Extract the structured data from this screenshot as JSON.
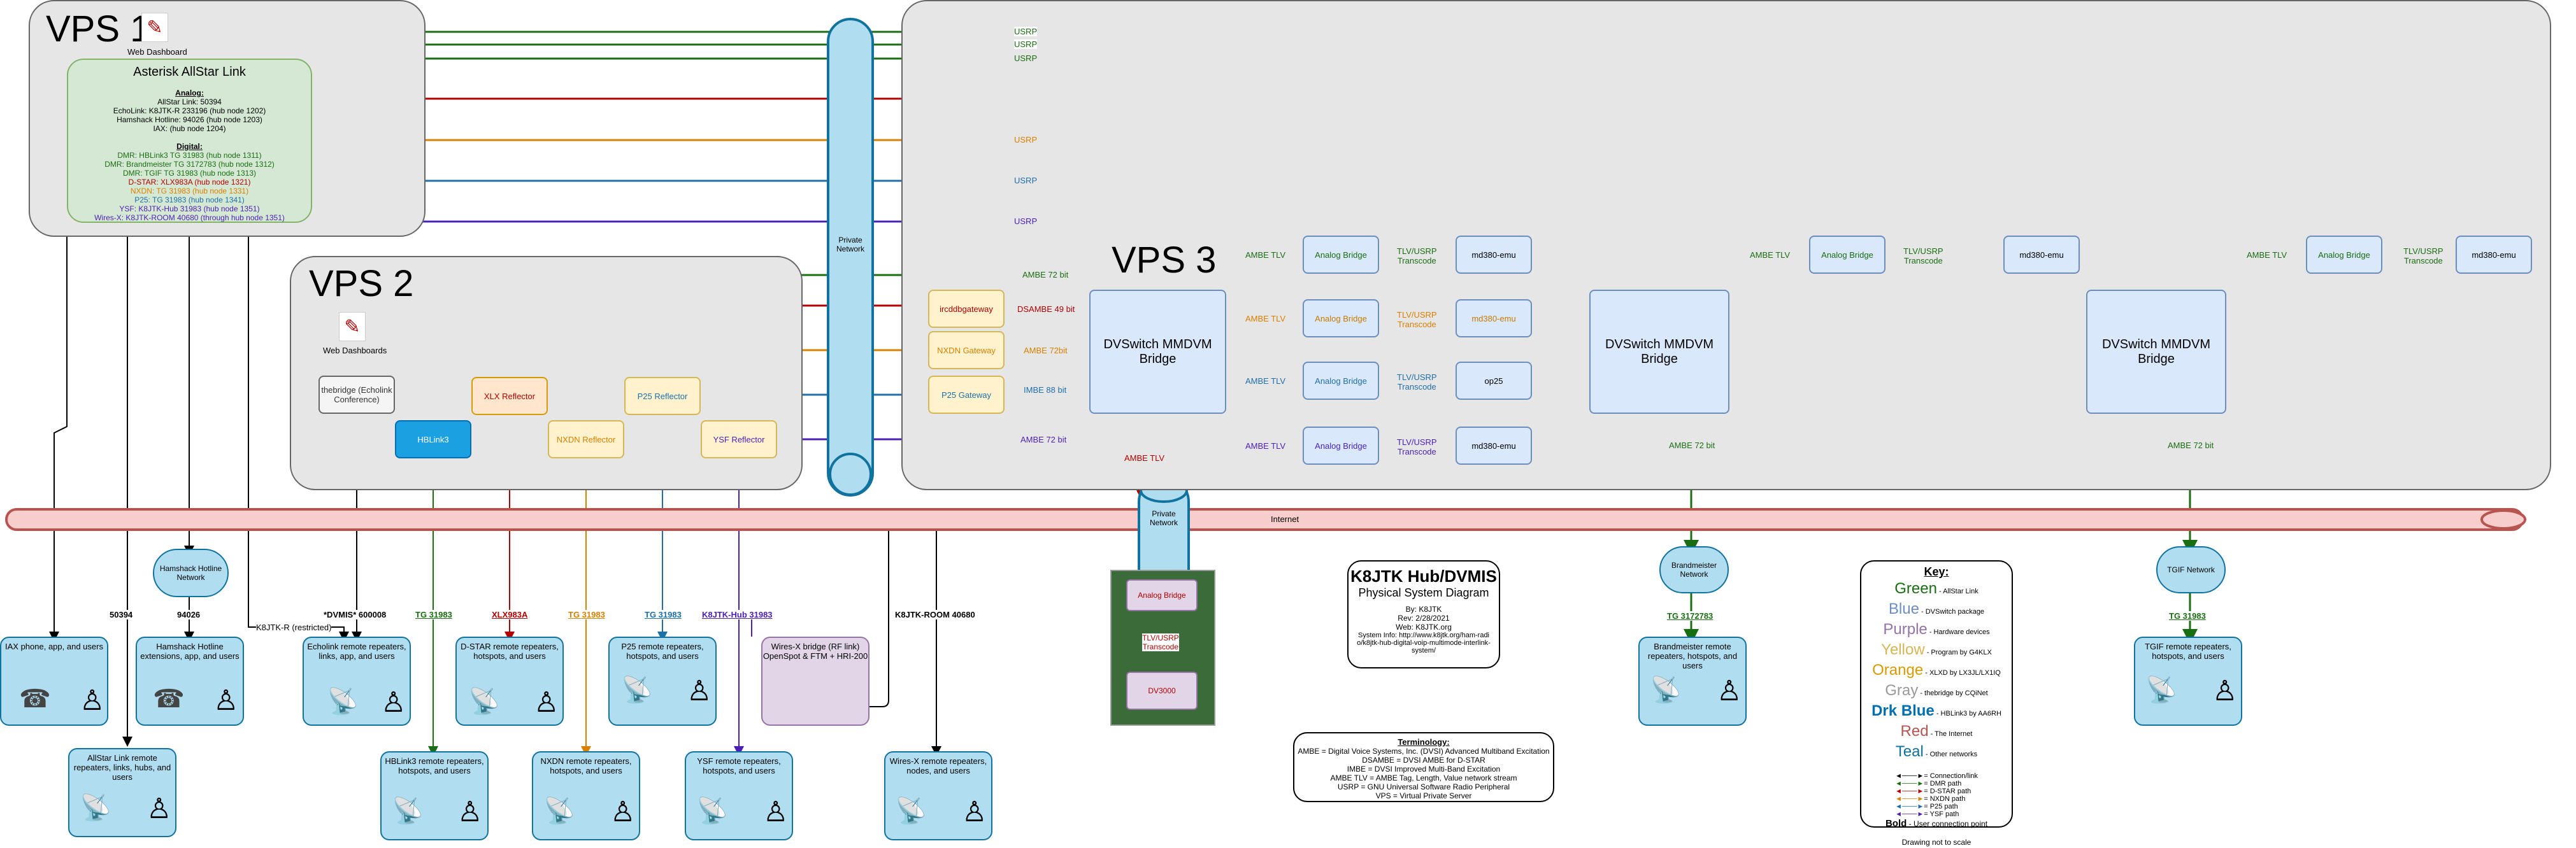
{
  "colors": {
    "green": "#1a6e12",
    "red": "#b20000",
    "orange": "#d98000",
    "blue": "#1f6fa8",
    "purple": "#4b1fb5",
    "black": "#000000",
    "internet_fill": "#f8cecc",
    "private_fill": "#b1ddf0"
  },
  "vps1": {
    "title": "VPS 1",
    "dashboard": "Web Dashboard",
    "allstar": {
      "title": "Asterisk AllStar Link",
      "analog_header": "Analog:",
      "analog_lines": [
        "AllStar Link: 50394",
        "EchoLink: K8JTK-R 233196 (hub node 1202)",
        "Hamshack Hotline: 94026 (hub node 1203)",
        "IAX: (hub node 1204)"
      ],
      "digital_header": "Digital:",
      "digital_lines": [
        "DMR: HBLink3 TG 31983 (hub node 1311)",
        "DMR: Brandmeister TG 3172783 (hub node 1312)",
        "DMR: TGIF TG 31983 (hub node 1313)",
        "D-STAR: XLX983A (hub node 1321)",
        "NXDN: TG 31983 (hub node 1331)",
        "P25: TG 31983 (hub node 1341)",
        "YSF: K8JTK-Hub 31983 (hub node 1351)",
        "Wires-X: K8JTK-ROOM 40680 (through hub node 1351)"
      ]
    }
  },
  "vps2": {
    "title": "VPS 2",
    "dashboards": "Web Dashboards",
    "thebridge": "thebridge (Echolink Conference)",
    "hblink3": "HBLink3",
    "xlx": "XLX Reflector",
    "nxdn": "NXDN Reflector",
    "p25": "P25 Reflector",
    "ysf": "YSF Reflector"
  },
  "vps3": {
    "title": "VPS 3",
    "ircddb": "ircddbgateway",
    "nxdn_gw": "NXDN Gateway",
    "p25_gw": "P25 Gateway",
    "dvswitch": "DVSwitch MMDVM Bridge",
    "analog_bridge": "Analog Bridge",
    "md380": "md380-emu",
    "op25": "op25",
    "tlv_usrp": "TLV/USRP",
    "transcode": "Transcode",
    "ambe_tlv": "AMBE TLV",
    "ambe72": "AMBE 72 bit",
    "dsambe": "DSAMBE 49 bit",
    "imbe": "IMBE 88 bit",
    "ambe_tlv_red": "AMBE TLV",
    "nxdn_ambe": "AMBE 72bit",
    "usrp": "USRP"
  },
  "private_network": "Private Network",
  "internet": "Internet",
  "dv3000": {
    "analog_bridge": "Analog Bridge",
    "tlv_usrp": "TLV/USRP",
    "transcode": "Transcode",
    "dv3000": "DV3000"
  },
  "networks": {
    "brandmeister": "Brandmeister Network",
    "tgif": "TGIF Network",
    "hamshack": "Hamshack Hotline Network"
  },
  "conn_labels": {
    "c50394": "50394",
    "c94026": "94026",
    "k8jtkr": "K8JTK-R (restricted)",
    "dvmis": "*DVMIS* 600008",
    "tg31983_green": "TG 31983",
    "xlx983a": "XLX983A",
    "tg31983_orange": "TG 31983",
    "tg31983_blue": "TG 31983",
    "k8jtk_hub": "K8JTK-Hub 31983",
    "k8jtk_room": "K8JTK-ROOM 40680",
    "tg3172783": "TG 3172783",
    "tg31983_tgif": "TG 31983",
    "ambe72_bm": "AMBE 72 bit",
    "ambe72_tgif": "AMBE 72 bit"
  },
  "sites": {
    "iax": "IAX phone, app, and users",
    "hamshack_users": "Hamshack Hotline extensions, app, and users",
    "allstar_users": "AllStar Link remote repeaters, links, hubs, and users",
    "echolink": "Echolink remote repeaters, links, app, and users",
    "dstar": "D-STAR remote repeaters, hotspots, and users",
    "hblink_users": "HBLink3 remote repeaters, hotspots, and users",
    "nxdn_users": "NXDN remote repeaters, hotspots, and users",
    "p25_users": "P25 remote repeaters, hotspots, and users",
    "ysf_users": "YSF remote repeaters, hotspots, and users",
    "wiresx_bridge": "Wires-X bridge (RF link) OpenSpot & FTM + HRI-200",
    "wiresx_users": "Wires-X remote repeaters, nodes, and users",
    "bm_users": "Brandmeister remote repeaters, hotspots, and users",
    "tgif_users": "TGIF remote repeaters, hotspots, and users"
  },
  "title_box": {
    "title": "K8JTK Hub/DVMIS",
    "subtitle": "Physical System Diagram",
    "by": "By: K8JTK",
    "rev": "Rev: 2/28/2021",
    "web": "Web: K8JTK.org",
    "sysinfo": "System Info: http://www.k8jtk.org/ham-radio/k8jtk-hub-digital-voip-multimode-interlink-system/"
  },
  "terminology": {
    "header": "Terminology:",
    "lines": [
      "AMBE = Digital Voice Systems, Inc. (DVSI) Advanced Multiband Excitation",
      "DSAMBE = DVSI AMBE for D-STAR",
      "IMBE = DVSI Improved Multi-Band Excitation",
      "AMBE TLV = AMBE Tag, Length, Value network stream",
      "USRP = GNU Universal Software Radio Peripheral",
      "VPS = Virtual Private Server"
    ]
  },
  "key": {
    "header": "Key:",
    "colors": [
      {
        "word": "Green",
        "desc": " - AllStar Link",
        "color": "#1a6e12"
      },
      {
        "word": "Blue",
        "desc": " - DVSwitch package",
        "color": "#6c8ebf"
      },
      {
        "word": "Purple",
        "desc": " - Hardware devices",
        "color": "#9673a6"
      },
      {
        "word": "Yellow",
        "desc": " - Program by G4KLX",
        "color": "#d6b656"
      },
      {
        "word": "Orange",
        "desc": " - XLXD by LX3JL/LX1IQ",
        "color": "#d79b00"
      },
      {
        "word": "Gray",
        "desc": " - thebridge by CQiNet",
        "color": "#999999"
      },
      {
        "word": "Drk Blue",
        "desc": " - HBLink3 by AA6RH",
        "color": "#006eaf"
      },
      {
        "word": "Red",
        "desc": " - The Internet",
        "color": "#b85450"
      },
      {
        "word": "Teal",
        "desc": " - Other networks",
        "color": "#10739e"
      }
    ],
    "lines": [
      {
        "text": " = Connection/link",
        "color": "#000000"
      },
      {
        "text": " = DMR path",
        "color": "#1a6e12"
      },
      {
        "text": " = D-STAR path",
        "color": "#b20000"
      },
      {
        "text": " = NXDN path",
        "color": "#d98000"
      },
      {
        "text": " = P25 path",
        "color": "#1f6fa8"
      },
      {
        "text": " = YSF path",
        "color": "#4b1fb5"
      }
    ],
    "bold_word": "Bold",
    "bold_desc": " - User connection point",
    "footer": "Drawing not to scale"
  }
}
